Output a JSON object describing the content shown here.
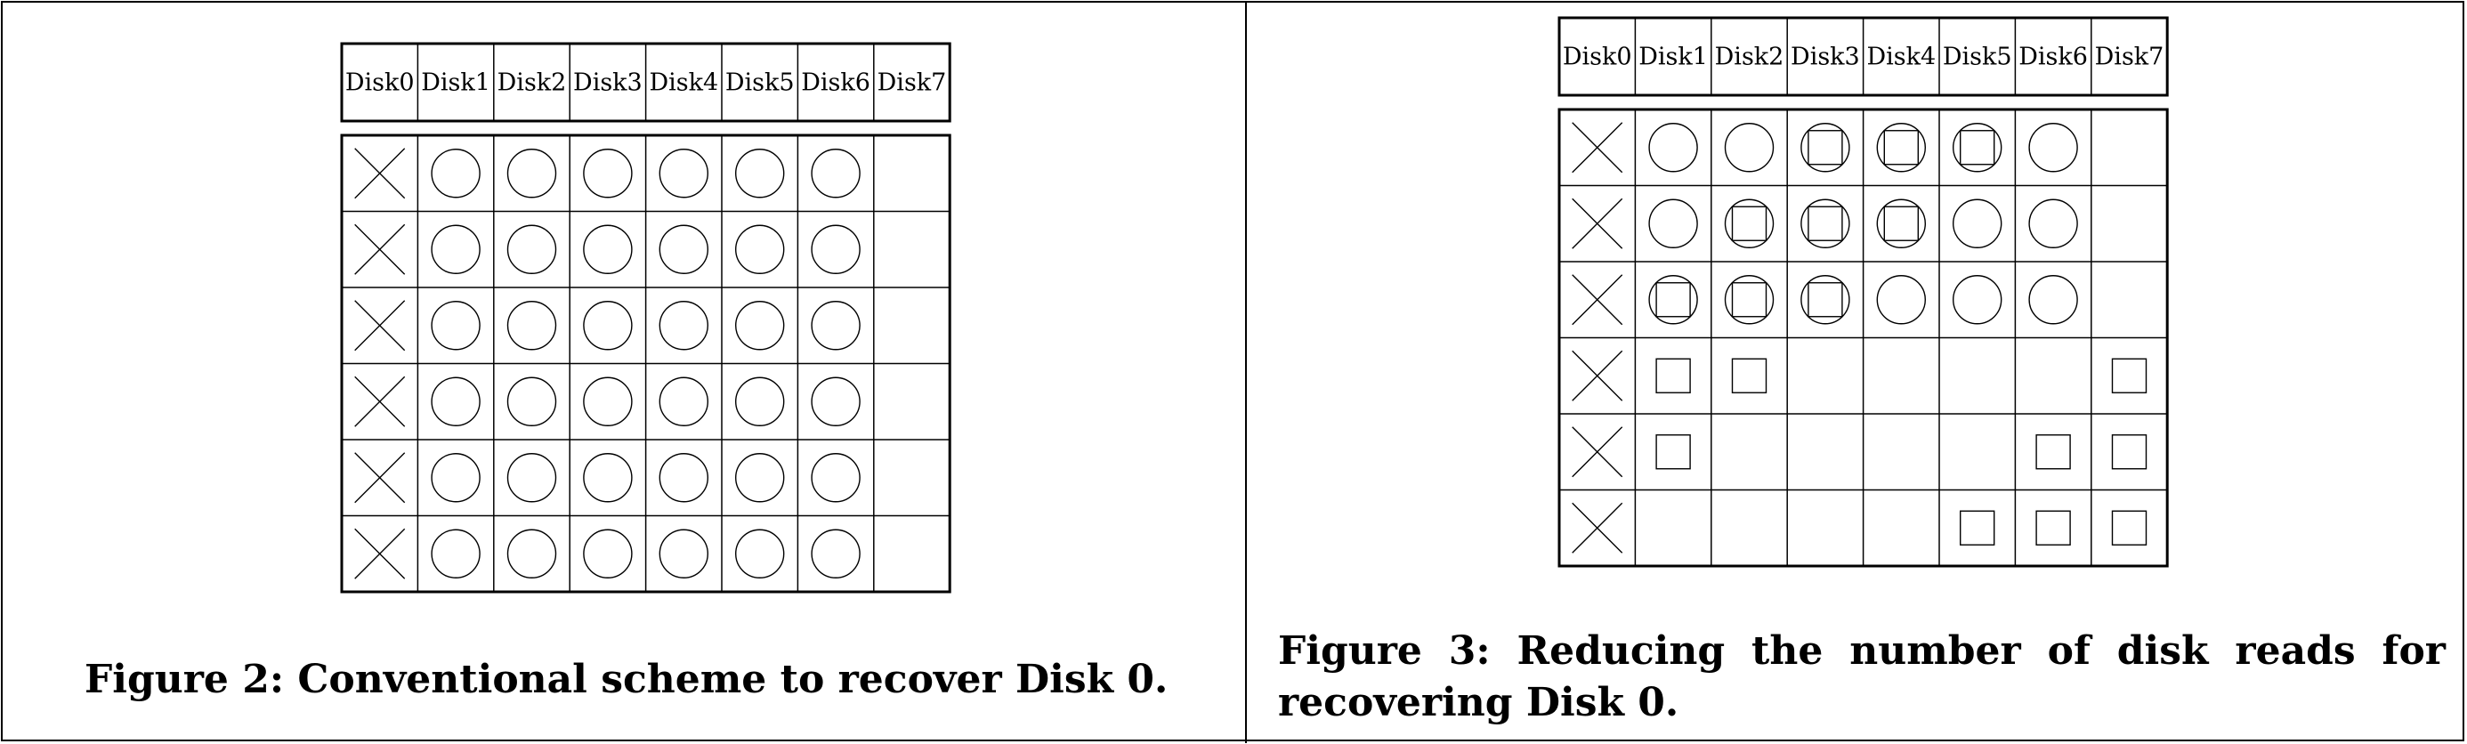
{
  "figures": [
    {
      "id": "fig2",
      "headers": [
        "Disk0",
        "Disk1",
        "Disk2",
        "Disk3",
        "Disk4",
        "Disk5",
        "Disk6",
        "Disk7"
      ],
      "caption": "Figure 2: Conventional scheme to recover Disk 0.",
      "cells": [
        [
          "x",
          "o",
          "o",
          "o",
          "o",
          "o",
          "o",
          ""
        ],
        [
          "x",
          "o",
          "o",
          "o",
          "o",
          "o",
          "o",
          ""
        ],
        [
          "x",
          "o",
          "o",
          "o",
          "o",
          "o",
          "o",
          ""
        ],
        [
          "x",
          "o",
          "o",
          "o",
          "o",
          "o",
          "o",
          ""
        ],
        [
          "x",
          "o",
          "o",
          "o",
          "o",
          "o",
          "o",
          ""
        ],
        [
          "x",
          "o",
          "o",
          "o",
          "o",
          "o",
          "o",
          ""
        ]
      ]
    },
    {
      "id": "fig3",
      "headers": [
        "Disk0",
        "Disk1",
        "Disk2",
        "Disk3",
        "Disk4",
        "Disk5",
        "Disk6",
        "Disk7"
      ],
      "caption": "Figure 3: Reducing the number of disk reads for recovering Disk 0.",
      "cells": [
        [
          "x",
          "o",
          "o",
          "os",
          "os",
          "os",
          "o",
          ""
        ],
        [
          "x",
          "o",
          "os",
          "os",
          "os",
          "o",
          "o",
          ""
        ],
        [
          "x",
          "os",
          "os",
          "os",
          "o",
          "o",
          "o",
          ""
        ],
        [
          "x",
          "s",
          "s",
          "",
          "",
          "",
          "",
          "s"
        ],
        [
          "x",
          "s",
          "",
          "",
          "",
          "",
          "s",
          "s"
        ],
        [
          "x",
          "",
          "",
          "",
          "",
          "s",
          "s",
          "s"
        ]
      ]
    }
  ],
  "legend_symbols": {
    "x": "cross-icon",
    "o": "circle-icon",
    "s": "square-icon",
    "os": "circle-square-icon"
  }
}
